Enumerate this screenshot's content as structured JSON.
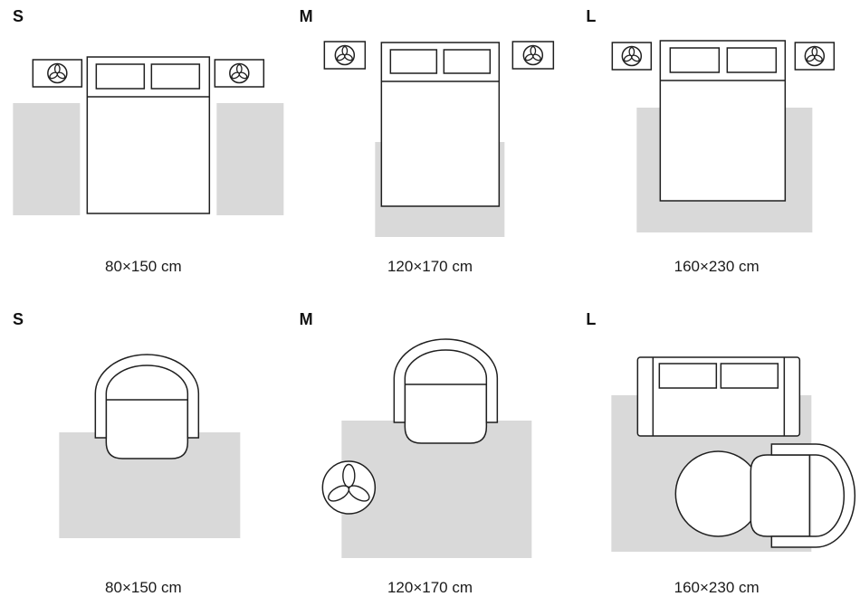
{
  "colors": {
    "background": "#ffffff",
    "rug": "#d9d9d9",
    "outline": "#1f1f1f",
    "text": "#1a1a1a"
  },
  "rows": [
    {
      "scene": "bedroom",
      "panels": [
        {
          "size_label": "S",
          "caption": "80×150 cm"
        },
        {
          "size_label": "M",
          "caption": "120×170 cm"
        },
        {
          "size_label": "L",
          "caption": "160×230 cm"
        }
      ]
    },
    {
      "scene": "living-room",
      "panels": [
        {
          "size_label": "S",
          "caption": "80×150 cm"
        },
        {
          "size_label": "M",
          "caption": "120×170 cm"
        },
        {
          "size_label": "L",
          "caption": "160×230 cm"
        }
      ]
    }
  ],
  "icons": {
    "nightstand_decor": "plant-icon",
    "floor_decor": "plant-icon"
  }
}
